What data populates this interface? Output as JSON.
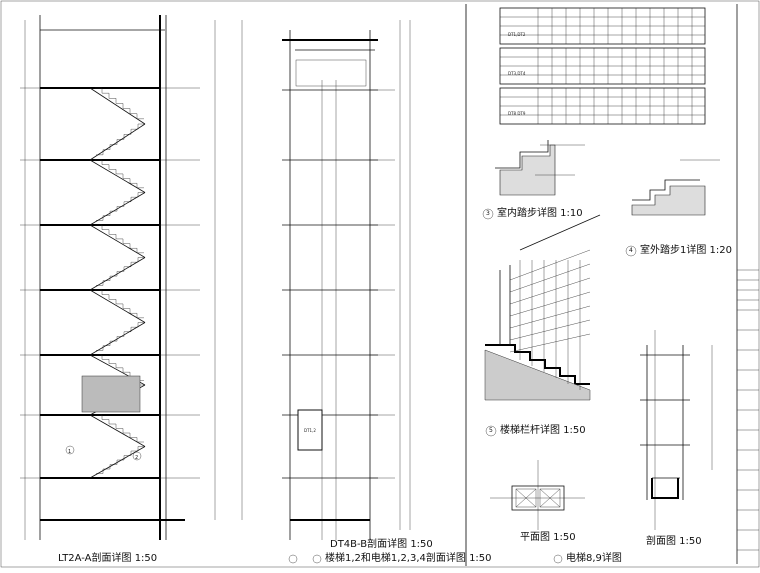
{
  "captions": {
    "stair_section": "LT2A-A剖面详图  1:50",
    "dt4b_section": "DT4B-B剖面详图  1:50",
    "elevator_sections": "楼梯1,2和电梯1,2,3,4剖面详图  1:50",
    "indoor_step": "室内踏步详图  1:10",
    "outdoor_step": "室外踏步1详图  1:20",
    "railing": "楼梯栏杆详图  1:50",
    "plan": "平面图  1:50",
    "elevator89": "电梯8,9详图",
    "section_plain": "剖面图  1:50"
  },
  "markers": {
    "m1": "1",
    "m2": "2",
    "m3": "3",
    "m4": "4",
    "m5": "5"
  },
  "car_label": "DT1,2",
  "table_rows": [
    "DT1,DT2",
    "DT3,DT4",
    "DT8 DT9"
  ]
}
